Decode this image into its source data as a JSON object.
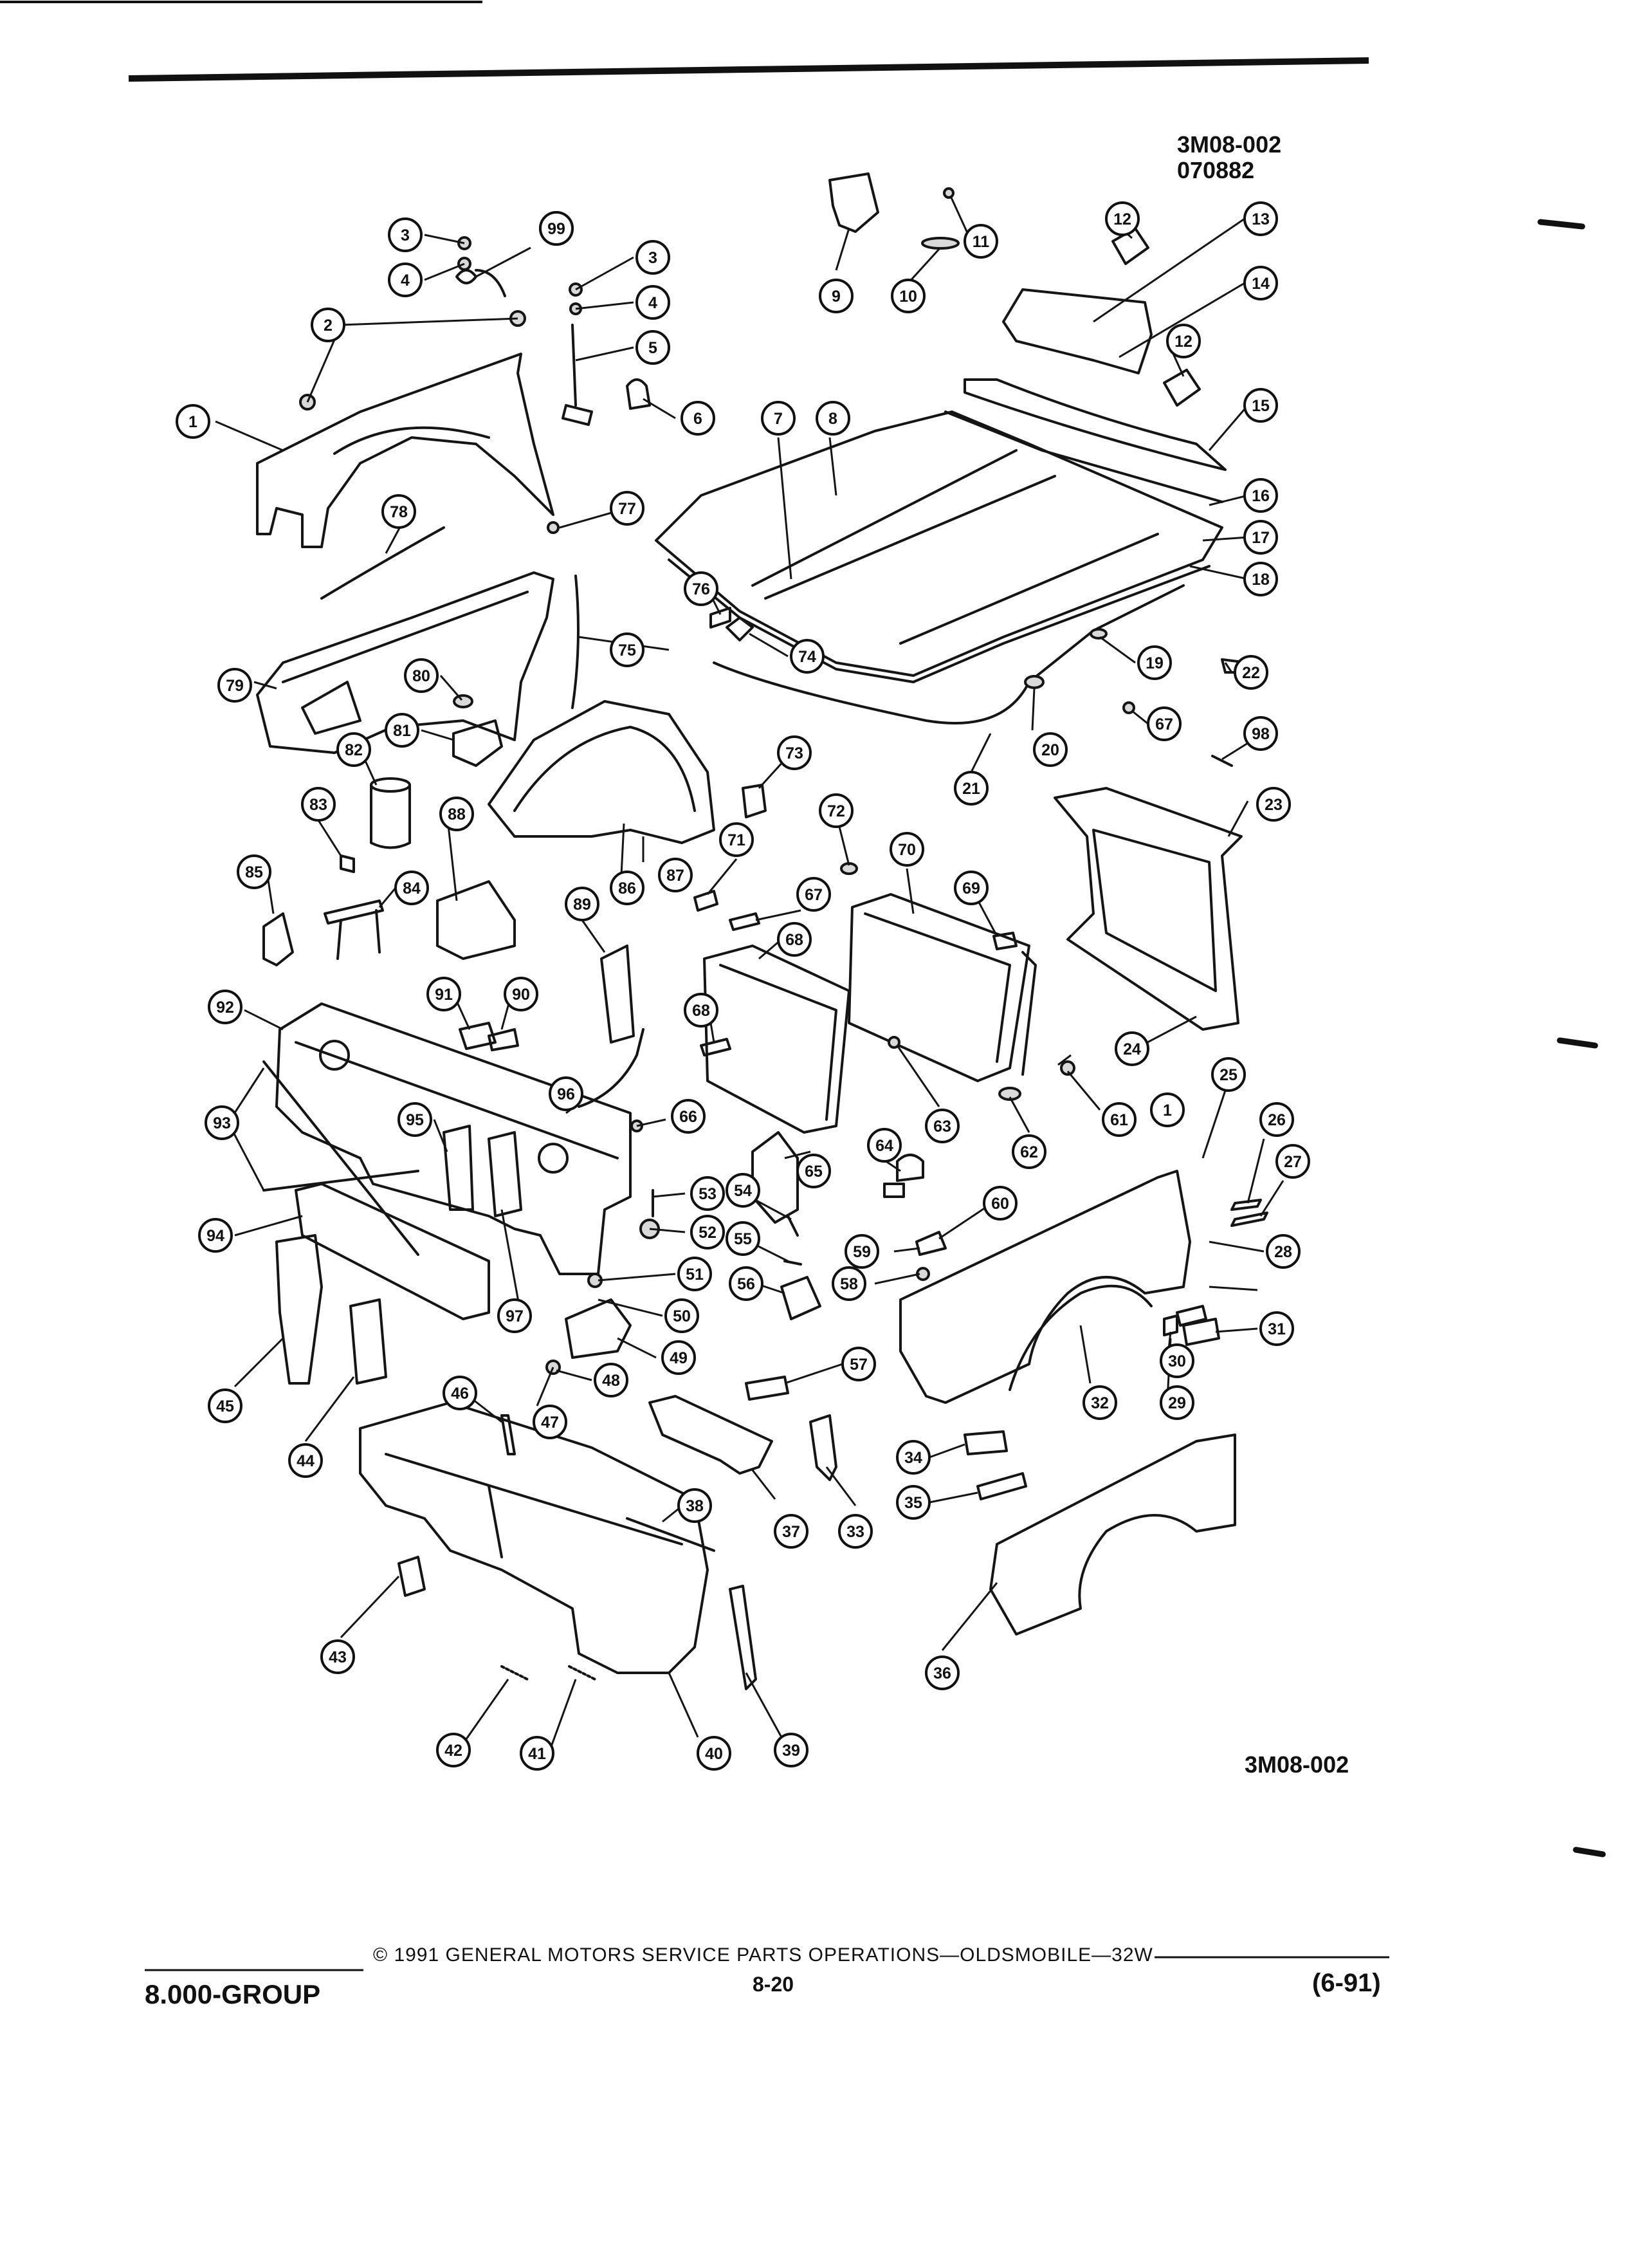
{
  "figure": {
    "id_top": "3M08-002",
    "number_top": "070882",
    "id_bottom": "3M08-002"
  },
  "footer": {
    "copyright": "© 1991 GENERAL MOTORS SERVICE PARTS OPERATIONS—OLDSMOBILE—32W",
    "group": "8.000-GROUP",
    "page": "8-20",
    "revision": "(6-91)"
  },
  "callouts": [
    {
      "n": "1"
    },
    {
      "n": "1"
    },
    {
      "n": "2"
    },
    {
      "n": "3"
    },
    {
      "n": "3"
    },
    {
      "n": "4"
    },
    {
      "n": "4"
    },
    {
      "n": "5"
    },
    {
      "n": "6"
    },
    {
      "n": "7"
    },
    {
      "n": "8"
    },
    {
      "n": "9"
    },
    {
      "n": "10"
    },
    {
      "n": "11"
    },
    {
      "n": "12"
    },
    {
      "n": "12"
    },
    {
      "n": "13"
    },
    {
      "n": "14"
    },
    {
      "n": "15"
    },
    {
      "n": "16"
    },
    {
      "n": "17"
    },
    {
      "n": "18"
    },
    {
      "n": "19"
    },
    {
      "n": "20"
    },
    {
      "n": "21"
    },
    {
      "n": "22"
    },
    {
      "n": "23"
    },
    {
      "n": "24"
    },
    {
      "n": "25"
    },
    {
      "n": "26"
    },
    {
      "n": "27"
    },
    {
      "n": "28"
    },
    {
      "n": "29"
    },
    {
      "n": "30"
    },
    {
      "n": "31"
    },
    {
      "n": "32"
    },
    {
      "n": "33"
    },
    {
      "n": "34"
    },
    {
      "n": "35"
    },
    {
      "n": "36"
    },
    {
      "n": "37"
    },
    {
      "n": "38"
    },
    {
      "n": "39"
    },
    {
      "n": "40"
    },
    {
      "n": "41"
    },
    {
      "n": "42"
    },
    {
      "n": "43"
    },
    {
      "n": "44"
    },
    {
      "n": "45"
    },
    {
      "n": "46"
    },
    {
      "n": "47"
    },
    {
      "n": "48"
    },
    {
      "n": "49"
    },
    {
      "n": "50"
    },
    {
      "n": "51"
    },
    {
      "n": "52"
    },
    {
      "n": "53"
    },
    {
      "n": "54"
    },
    {
      "n": "55"
    },
    {
      "n": "56"
    },
    {
      "n": "57"
    },
    {
      "n": "58"
    },
    {
      "n": "59"
    },
    {
      "n": "60"
    },
    {
      "n": "61"
    },
    {
      "n": "62"
    },
    {
      "n": "63"
    },
    {
      "n": "64"
    },
    {
      "n": "65"
    },
    {
      "n": "66"
    },
    {
      "n": "67"
    },
    {
      "n": "67"
    },
    {
      "n": "68"
    },
    {
      "n": "68"
    },
    {
      "n": "69"
    },
    {
      "n": "70"
    },
    {
      "n": "71"
    },
    {
      "n": "72"
    },
    {
      "n": "73"
    },
    {
      "n": "74"
    },
    {
      "n": "75"
    },
    {
      "n": "76"
    },
    {
      "n": "77"
    },
    {
      "n": "78"
    },
    {
      "n": "79"
    },
    {
      "n": "80"
    },
    {
      "n": "81"
    },
    {
      "n": "82"
    },
    {
      "n": "83"
    },
    {
      "n": "84"
    },
    {
      "n": "85"
    },
    {
      "n": "86"
    },
    {
      "n": "87"
    },
    {
      "n": "88"
    },
    {
      "n": "89"
    },
    {
      "n": "90"
    },
    {
      "n": "91"
    },
    {
      "n": "92"
    },
    {
      "n": "93"
    },
    {
      "n": "94"
    },
    {
      "n": "95"
    },
    {
      "n": "96"
    },
    {
      "n": "97"
    },
    {
      "n": "97"
    },
    {
      "n": "98"
    },
    {
      "n": "99"
    }
  ]
}
